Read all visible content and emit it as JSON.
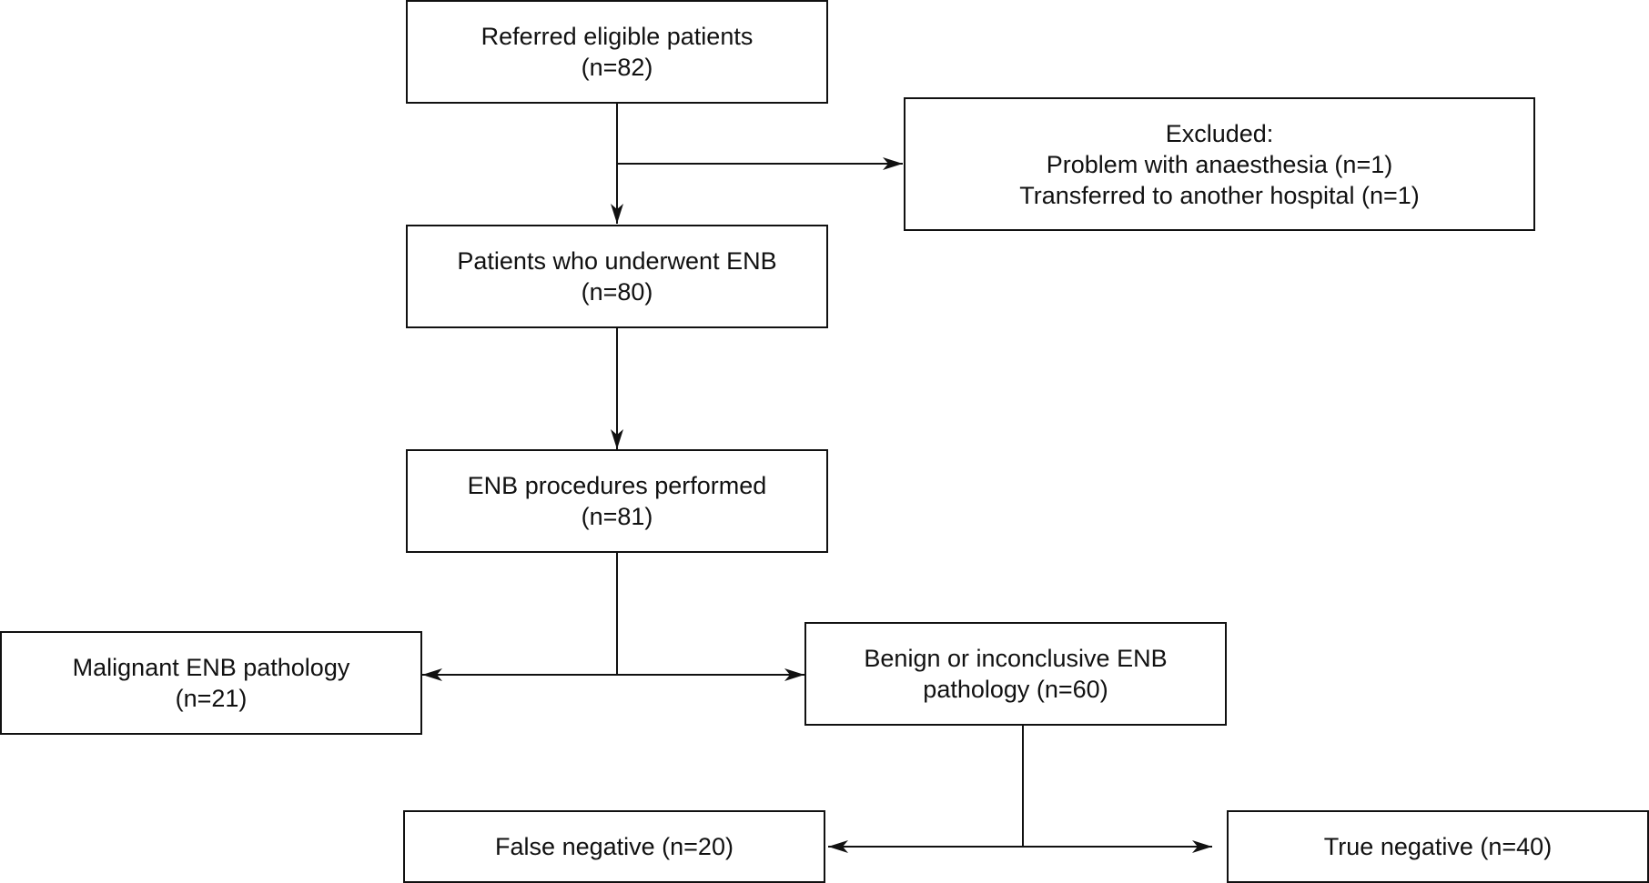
{
  "boxes": {
    "referred": {
      "line1": "Referred eligible patients",
      "line2": "(n=82)"
    },
    "excluded": {
      "line1": "Excluded:",
      "line2": "Problem with anaesthesia (n=1)",
      "line3": "Transferred to another hospital (n=1)"
    },
    "underwent": {
      "line1": "Patients who underwent ENB",
      "line2": "(n=80)"
    },
    "procedures": {
      "line1": "ENB procedures performed",
      "line2": "(n=81)"
    },
    "malignant": {
      "line1": "Malignant ENB pathology",
      "line2": "(n=21)"
    },
    "benign": {
      "line1": "Benign or inconclusive ENB",
      "line2": "pathology (n=60)"
    },
    "false_negative": {
      "line1": "False negative (n=20)"
    },
    "true_negative": {
      "line1": "True negative (n=40)"
    }
  },
  "colors": {
    "stroke": "#111111",
    "background": "#ffffff"
  }
}
